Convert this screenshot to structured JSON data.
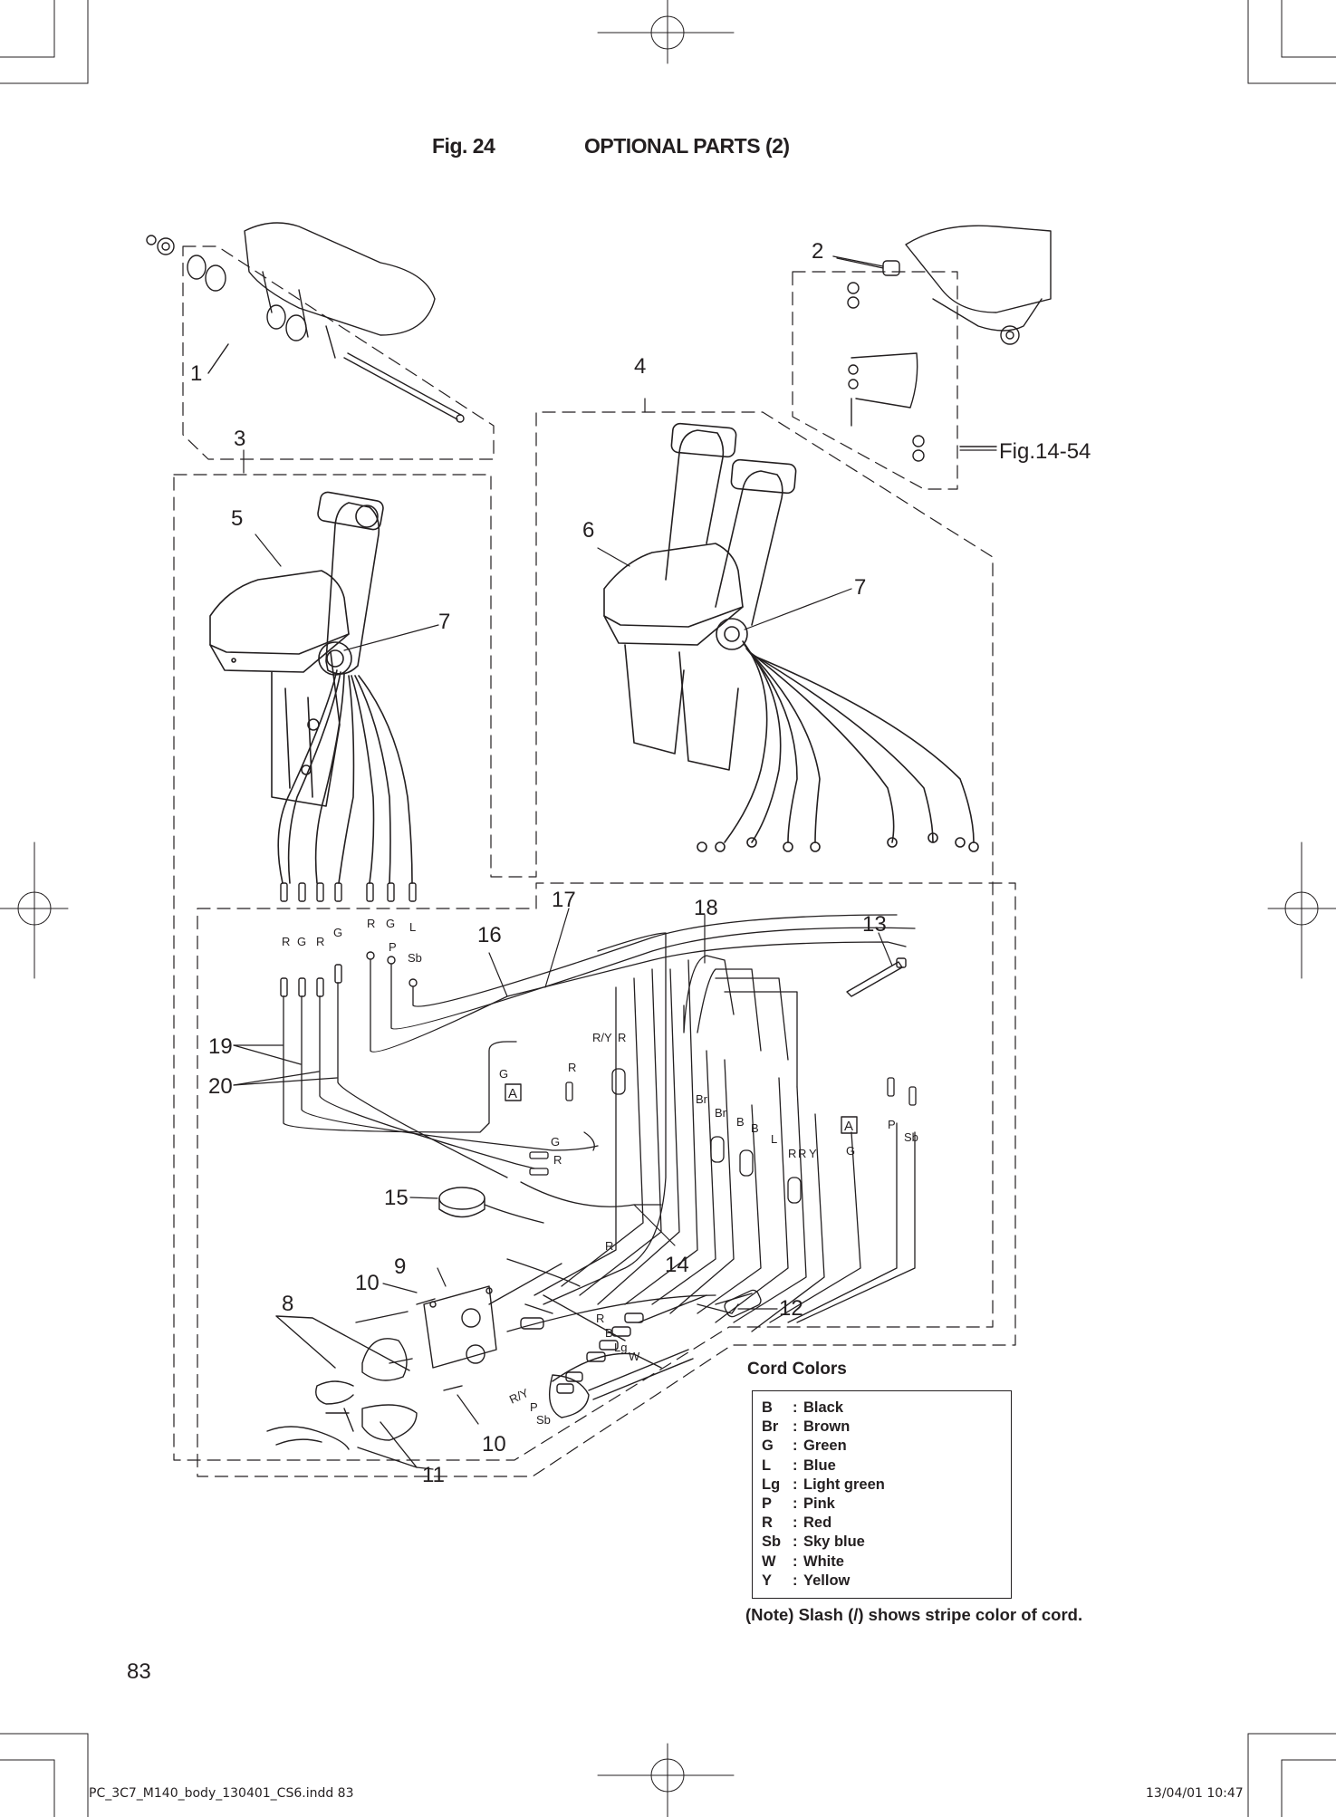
{
  "header": {
    "fig_label": "Fig. 24",
    "title": "OPTIONAL PARTS (2)"
  },
  "callouts": [
    "1",
    "2",
    "3",
    "4",
    "5",
    "6",
    "7",
    "7",
    "8",
    "9",
    "10",
    "10",
    "11",
    "12",
    "13",
    "14",
    "15",
    "16",
    "17",
    "18",
    "19",
    "20"
  ],
  "reference": "Fig.14-54",
  "connector_marker": "A",
  "wire_labels": {
    "single_lever_top": [
      "R",
      "G",
      "R",
      "G",
      "R",
      "G",
      "L"
    ],
    "single_lever_lower": [
      "P",
      "Sb"
    ],
    "junction_left": [
      "G",
      "R",
      "G",
      "R",
      "R"
    ],
    "junction_mid": [
      "R/Y",
      "R",
      "Br",
      "Br",
      "B",
      "B",
      "L",
      "R",
      "R",
      "Y",
      "P",
      "Sb",
      "G"
    ],
    "key_switch": [
      "R",
      "B",
      "Lg",
      "W",
      "R/Y",
      "P",
      "Sb"
    ]
  },
  "cord_colors": {
    "title": "Cord Colors",
    "items": [
      {
        "code": "B",
        "name": "Black"
      },
      {
        "code": "Br",
        "name": "Brown"
      },
      {
        "code": "G",
        "name": "Green"
      },
      {
        "code": "L",
        "name": "Blue"
      },
      {
        "code": "Lg",
        "name": "Light green"
      },
      {
        "code": "P",
        "name": "Pink"
      },
      {
        "code": "R",
        "name": "Red"
      },
      {
        "code": "Sb",
        "name": "Sky blue"
      },
      {
        "code": "W",
        "name": "White"
      },
      {
        "code": "Y",
        "name": "Yellow"
      }
    ],
    "note": "(Note) Slash (/) shows stripe color of cord."
  },
  "page_number": "83",
  "footer": {
    "file": "PC_3C7_M140_body_130401_CS6.indd   83",
    "timestamp": "13/04/01   10:47"
  }
}
